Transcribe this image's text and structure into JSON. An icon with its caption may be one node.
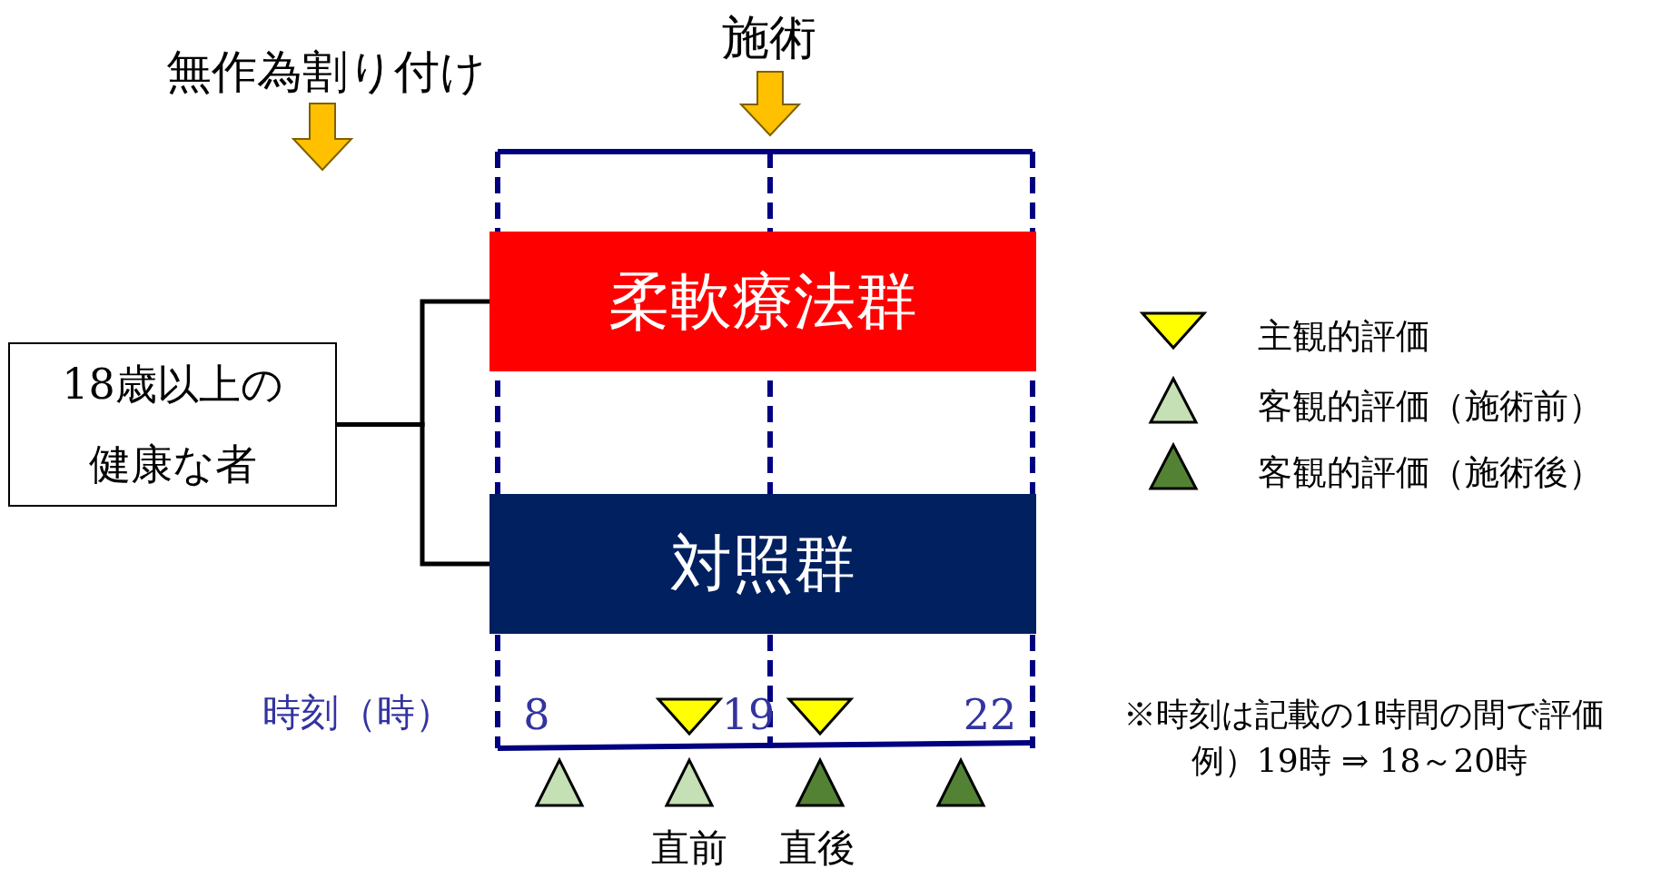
{
  "diagram": {
    "nodes": [
      {
        "text": [
          "18歳以上の健康な者"
        ]
      },
      {
        "text": [
          "柔軟療法群"
        ]
      },
      {
        "text": [
          "対照群"
        ]
      }
    ],
    "edges": [
      {
        "from": 0,
        "to": 1,
        "arrow": "none"
      },
      {
        "from": 0,
        "to": 2,
        "arrow": "none"
      }
    ],
    "labels": [
      "施術",
      "無作為割り付け",
      "時刻（時）",
      "8",
      "19",
      "22",
      "※時刻は記載の1時間の間で評価",
      "例）19時 ⇒ 18～20時",
      "直前",
      "直後"
    ],
    "legend": [
      {
        "text": "主観的評価"
      },
      {
        "text": "客観的評価（施術前）"
      },
      {
        "text": "客観的評価（施術後）"
      }
    ]
  }
}
